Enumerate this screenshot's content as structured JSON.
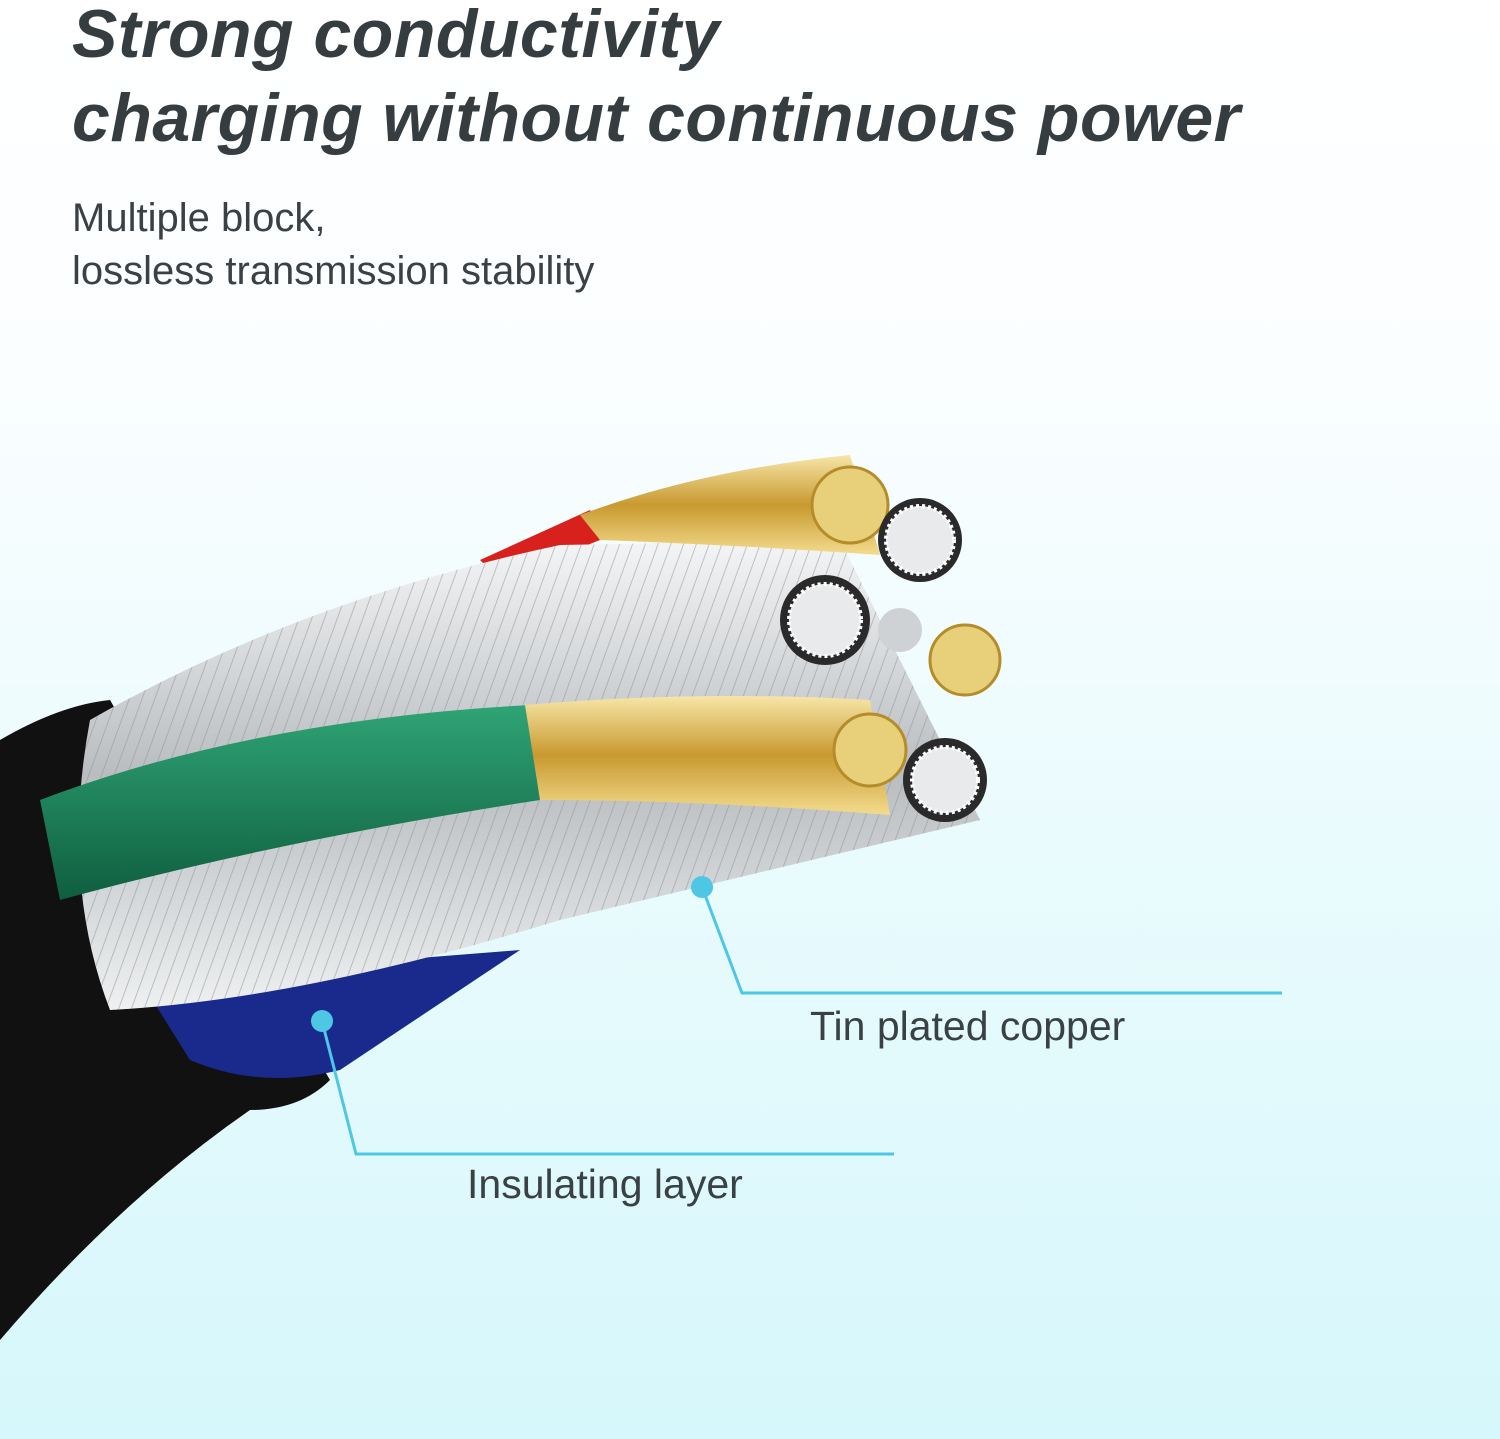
{
  "header": {
    "title_line1": "Strong conductivity",
    "title_line2": "charging without continuous power",
    "subtitle_line1": "Multiple block,",
    "subtitle_line2": "lossless transmission stability"
  },
  "callouts": [
    {
      "label": "Tin plated copper"
    },
    {
      "label": "Insulating layer"
    }
  ],
  "colors": {
    "callout": "#4ec6e6",
    "jacket": "#111111",
    "green_wire": "#1f8a5e",
    "blue_wire": "#1a2a8c",
    "red_wire": "#d8201c",
    "gold": "#d9b45a",
    "tin": "#d9dcde"
  }
}
